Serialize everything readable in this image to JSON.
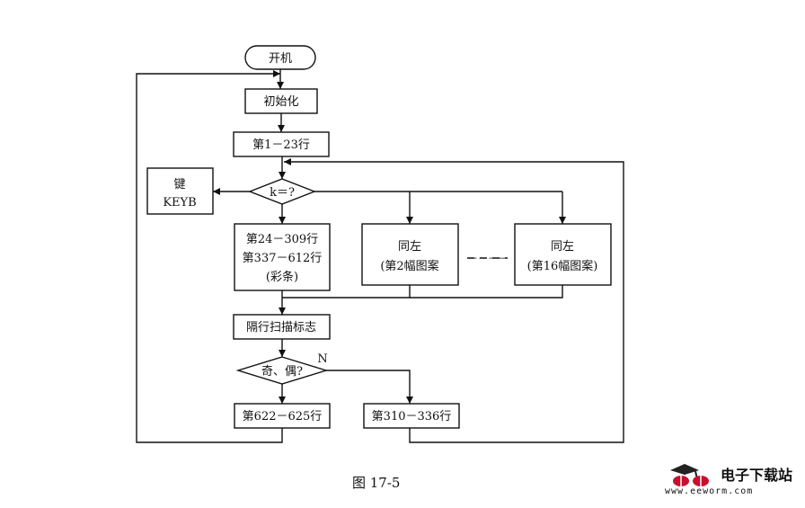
{
  "nodes": {
    "start": "开机",
    "init": "初始化",
    "rows_1_23": "第1－23行",
    "decision_k": "k＝?",
    "key": {
      "line1": "键",
      "line2": "KEYB"
    },
    "pattern1": {
      "line1": "第24－309行",
      "line2": "第337－612行",
      "line3": "(彩条)"
    },
    "pattern2": {
      "line1": "同左",
      "line2": "(第2幅图案"
    },
    "pattern16": {
      "line1": "同左",
      "line2": "(第16幅图案)"
    },
    "interlace_flag": "隔行扫描标志",
    "decision_odd_even": "奇、偶?",
    "rows_622_625": "第622－625行",
    "rows_310_336": "第310－336行"
  },
  "labels": {
    "branch_n": "N",
    "ellipsis": "－－－－"
  },
  "caption": "图 17-5",
  "watermark": {
    "title": "电子下载站",
    "url": "www.eeworm.com"
  }
}
